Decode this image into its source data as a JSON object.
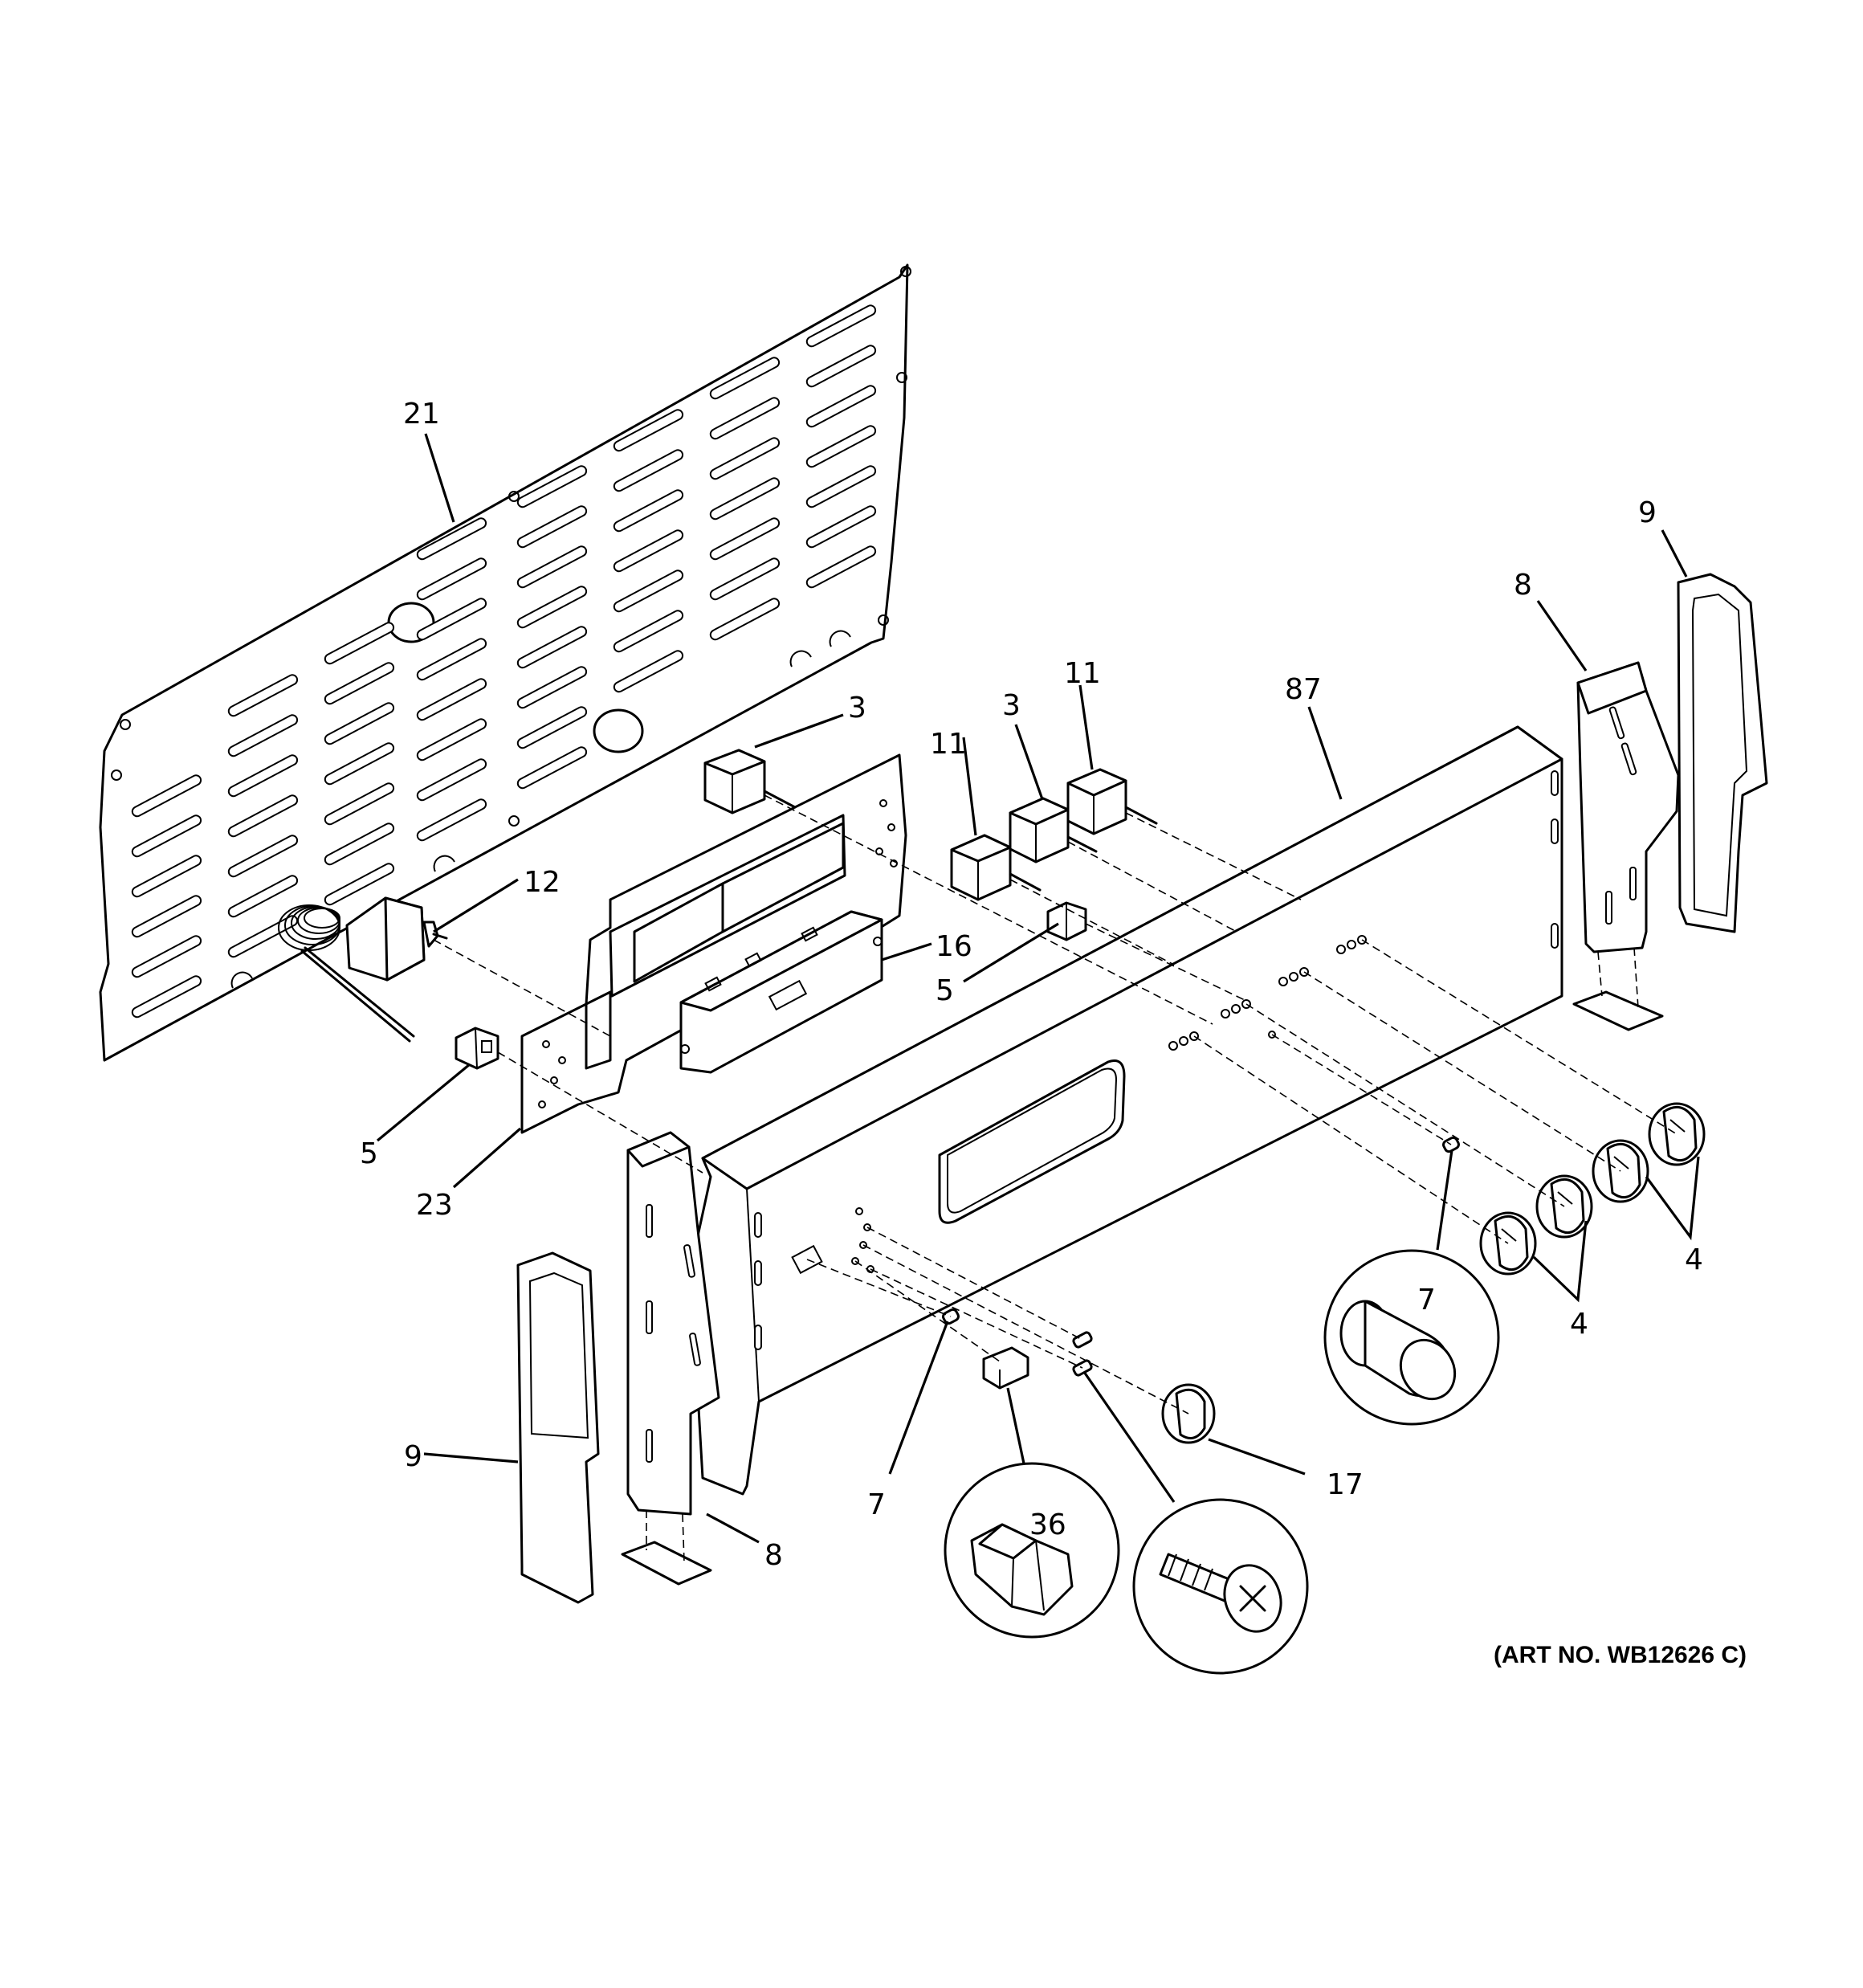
{
  "art_number": "(ART NO. WB12626 C)",
  "callouts": {
    "c21": "21",
    "c3a": "3",
    "c3b": "3",
    "c11a": "11",
    "c11b": "11",
    "c87": "87",
    "c8a": "8",
    "c9a": "9",
    "c12": "12",
    "c16": "16",
    "c5a": "5",
    "c5b": "5",
    "c23": "23",
    "c4a": "4",
    "c4b": "4",
    "c7a": "7",
    "c7b": "7",
    "c9b": "9",
    "c8b": "8",
    "c36": "36",
    "c17": "17"
  }
}
